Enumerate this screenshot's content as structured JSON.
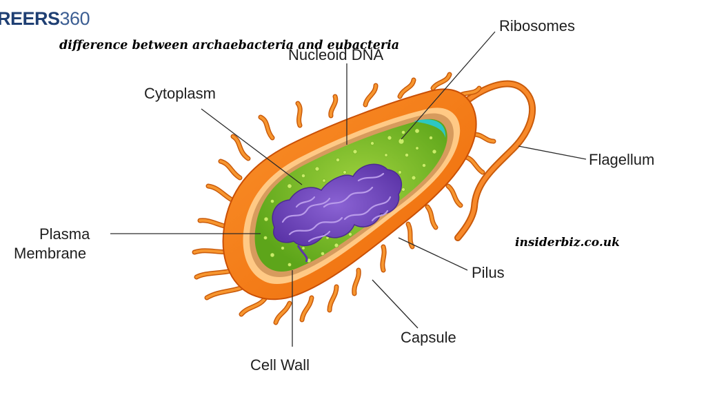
{
  "brand": {
    "part1": "REERS",
    "part2": "360"
  },
  "caption": "difference between archaebacteria and eubacteria",
  "watermark": "insiderbiz.co.uk",
  "labels": {
    "nucleoid_dna": "Nucleoid DNA",
    "ribosomes": "Ribosomes",
    "cytoplasm": "Cytoplasm",
    "flagellum": "Flagellum",
    "plasma_membrane_line1": "Plasma",
    "plasma_membrane_line2": "Membrane",
    "pilus": "Pilus",
    "capsule": "Capsule",
    "cell_wall": "Cell Wall"
  },
  "colors": {
    "capsule": "#f57a12",
    "capsule_edge": "#c94f05",
    "pili": "#f5922e",
    "cell_wall": "#ffd9a0",
    "cytoplasm": "#77bf24",
    "cytoplasm_light": "#a8d84a",
    "ribosome_dots": "#c7e86a",
    "nucleoid": "#6a41b8",
    "nucleoid_light": "#a98ae0",
    "membrane_accent": "#2cc7c3"
  }
}
